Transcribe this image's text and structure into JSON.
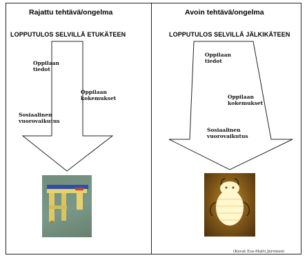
{
  "left_panel": {
    "title": "Rajattu tehtävä/ongelma",
    "subtitle": "LOPPUTULOS SELVILLÄ ETUKÄTEEN",
    "labels": {
      "tiedot": "Oppilaan\ntiedot",
      "kokemukset": "Oppilaan\nkokemukset",
      "vuorovaikutus": "Sosiaalinen\nvuorovaikutus"
    },
    "image_icon": "wooden-ratchet-toy-photo"
  },
  "right_panel": {
    "title": "Avoin tehtävä/ongelma",
    "subtitle": "LOPPUTULOS SELVILLÄ JÄLKIKÄTEEN",
    "labels": {
      "tiedot": "Oppilaan\ntiedot",
      "kokemukset": "Oppilaan\nkokemukset",
      "vuorovaikutus": "Sosiaalinen\nvuorovaikutus"
    },
    "image_icon": "glowing-lamp-figure-photo"
  },
  "credit": "(Kuvat Esa-Matti Järvinen)",
  "colors": {
    "line": "#222222",
    "background": "#ffffff"
  }
}
